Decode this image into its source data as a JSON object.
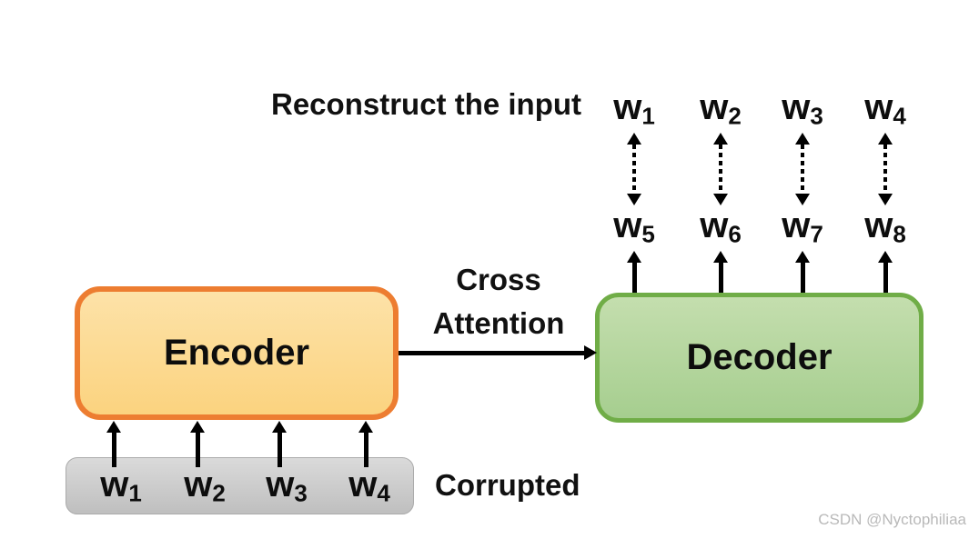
{
  "diagram": {
    "title": "Reconstruct the input",
    "cross_attention": {
      "line1": "Cross",
      "line2": "Attention"
    },
    "encoder_label": "Encoder",
    "decoder_label": "Decoder",
    "corrupted_label": "Corrupted",
    "reconstructed_tokens": [
      {
        "base": "w",
        "sub": "1"
      },
      {
        "base": "w",
        "sub": "2"
      },
      {
        "base": "w",
        "sub": "3"
      },
      {
        "base": "w",
        "sub": "4"
      }
    ],
    "decoded_tokens": [
      {
        "base": "w",
        "sub": "5"
      },
      {
        "base": "w",
        "sub": "6"
      },
      {
        "base": "w",
        "sub": "7"
      },
      {
        "base": "w",
        "sub": "8"
      }
    ],
    "input_tokens": [
      {
        "base": "w",
        "sub": "1"
      },
      {
        "base": "w",
        "sub": "2"
      },
      {
        "base": "w",
        "sub": "3"
      },
      {
        "base": "w",
        "sub": "4"
      }
    ],
    "colors": {
      "encoder_border": "#ED7D31",
      "encoder_fill_top": "#FDE2A8",
      "encoder_fill_bottom": "#FBD37F",
      "decoder_border": "#70AD47",
      "decoder_fill_top": "#C4DEAE",
      "decoder_fill_bottom": "#A6CE8F",
      "input_box_fill_top": "#DADADA",
      "input_box_fill_bottom": "#BFBFBF",
      "arrow_color": "#000000"
    },
    "watermark": "CSDN @Nyctophiliaa"
  }
}
